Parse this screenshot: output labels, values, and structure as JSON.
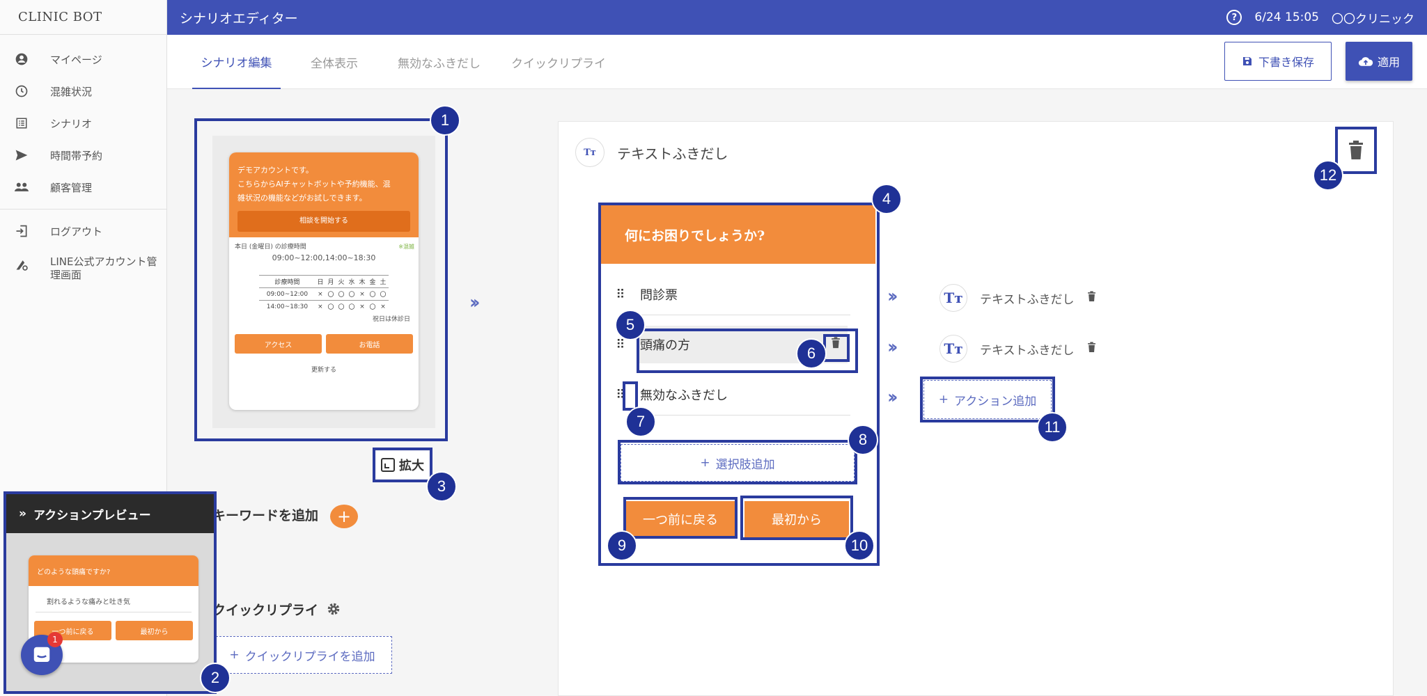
{
  "app": {
    "brand": "CLINIC BOT",
    "header_title": "シナリオエディター",
    "datetime": "6/24 15:05",
    "clinic_name": "〇〇クリニック"
  },
  "sidebar": {
    "items": [
      {
        "label": "マイページ",
        "icon": "account-circle-icon"
      },
      {
        "label": "混雑状況",
        "icon": "clock-icon"
      },
      {
        "label": "シナリオ",
        "icon": "list-icon"
      },
      {
        "label": "時間帯予約",
        "icon": "send-icon"
      },
      {
        "label": "顧客管理",
        "icon": "people-icon"
      },
      {
        "label": "ログアウト",
        "icon": "logout-icon"
      },
      {
        "label": "LINE公式アカウント管理画面",
        "icon": "admin-icon"
      }
    ]
  },
  "tabs": [
    {
      "label": "シナリオ編集",
      "active": true
    },
    {
      "label": "全体表示",
      "active": false
    },
    {
      "label": "無効なふきだし",
      "active": false
    },
    {
      "label": "クイックリプライ",
      "active": false
    }
  ],
  "toolbar": {
    "draft_label": "下書き保存",
    "apply_label": "適用"
  },
  "preview": {
    "intro_line1": "デモアカウントです。",
    "intro_line2": "こちらからAIチャットボットや予約機能、混",
    "intro_line3": "雑状況の機能などがお試しできます。",
    "start_button": "相談を開始する",
    "status": "※混雑",
    "today": "本日 (金曜日) の診療時間",
    "hours": "09:00~12:00,14:00~18:30",
    "table_headers": [
      "診療時間",
      "日",
      "月",
      "火",
      "水",
      "木",
      "金",
      "土"
    ],
    "table_rows": [
      [
        "09:00~12:00",
        "×",
        "〇",
        "〇",
        "〇",
        "×",
        "〇",
        "〇"
      ],
      [
        "14:00~18:30",
        "×",
        "〇",
        "〇",
        "〇",
        "×",
        "〇",
        "×"
      ]
    ],
    "holiday_note": "祝日は休診日",
    "access_button": "アクセス",
    "phone_button": "お電話",
    "update_link": "更新する",
    "expand_label": "拡大"
  },
  "keyword": {
    "label": "キーワードを追加"
  },
  "quick_reply": {
    "label": "クイックリプライ",
    "add_label": "クイックリプライを追加"
  },
  "action_preview": {
    "title": "アクションプレビュー",
    "question": "どのような頭痛ですか?",
    "option": "割れるような痛みと吐き気",
    "back_button": "一つ前に戻る",
    "top_button": "最初から",
    "chat_count": "1"
  },
  "editor": {
    "node_title": "テキストふきだし",
    "bubble_question": "何にお困りでしょうか?",
    "choices": [
      {
        "label": "問診票"
      },
      {
        "label": "頭痛の方"
      },
      {
        "label": "無効なふきだし"
      }
    ],
    "add_choice_label": "選択肢追加",
    "back_button": "一つ前に戻る",
    "top_button": "最初から",
    "links": [
      {
        "label": "テキストふきだし"
      },
      {
        "label": "テキストふきだし"
      }
    ],
    "add_action_label": "アクション追加"
  },
  "annotations": [
    "1",
    "2",
    "3",
    "4",
    "5",
    "6",
    "7",
    "8",
    "9",
    "10",
    "11",
    "12"
  ],
  "colors": {
    "primary": "#3f51b5",
    "accent": "#f28c3c",
    "annotation": "#2a3b9e"
  }
}
